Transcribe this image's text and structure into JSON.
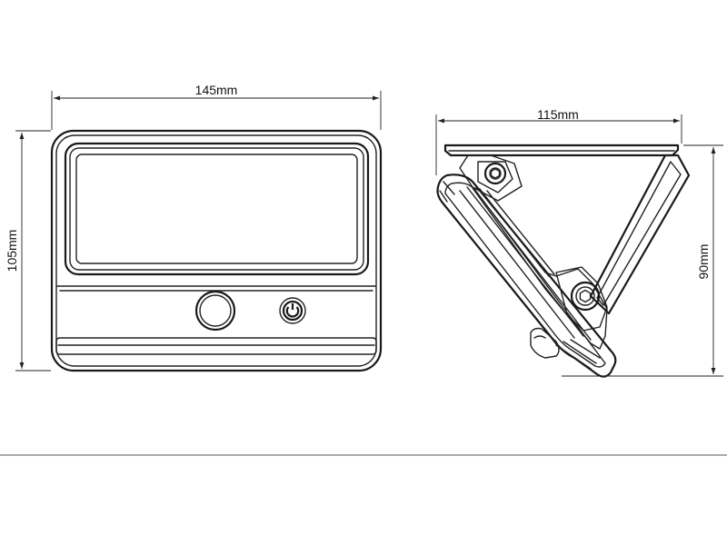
{
  "dimensions": {
    "front_width": "145mm",
    "front_height": "105mm",
    "side_width": "115mm",
    "side_height": "90mm"
  }
}
